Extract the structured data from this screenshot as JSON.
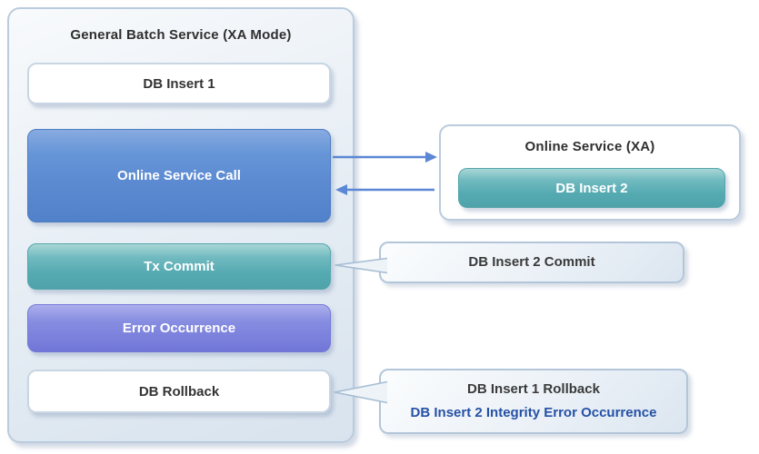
{
  "batch": {
    "title": "General Batch Service (XA Mode)",
    "steps": [
      {
        "label": "DB Insert 1",
        "variant": "white"
      },
      {
        "label": "Online Service Call",
        "variant": "blue"
      },
      {
        "label": "Tx Commit",
        "variant": "teal"
      },
      {
        "label": "Error Occurrence",
        "variant": "purple"
      },
      {
        "label": "DB Rollback",
        "variant": "white"
      }
    ]
  },
  "online": {
    "title": "Online Service (XA)",
    "steps": [
      {
        "label": "DB Insert 2",
        "variant": "teal"
      }
    ]
  },
  "callouts": [
    {
      "target": "Tx Commit",
      "lines": [
        {
          "text": "DB Insert 2 Commit",
          "emphasis": "default"
        }
      ]
    },
    {
      "target": "DB Rollback",
      "lines": [
        {
          "text": "DB Insert 1 Rollback",
          "emphasis": "default"
        },
        {
          "text": "DB Insert 2 Integrity Error Occurrence",
          "emphasis": "blue"
        }
      ]
    }
  ],
  "arrows": [
    {
      "name": "service-call-request",
      "direction": "right",
      "from": "Online Service Call",
      "to": "Online Service (XA)"
    },
    {
      "name": "service-call-response",
      "direction": "left",
      "from": "Online Service (XA)",
      "to": "Online Service Call"
    }
  ],
  "colors": {
    "blue_box": "#5D8BD2",
    "teal_box": "#55AAB2",
    "purple_box": "#7B81DC",
    "arrow": "#5B87D5",
    "dark_text": "#333333",
    "callout_blue_text": "#2551A5"
  }
}
